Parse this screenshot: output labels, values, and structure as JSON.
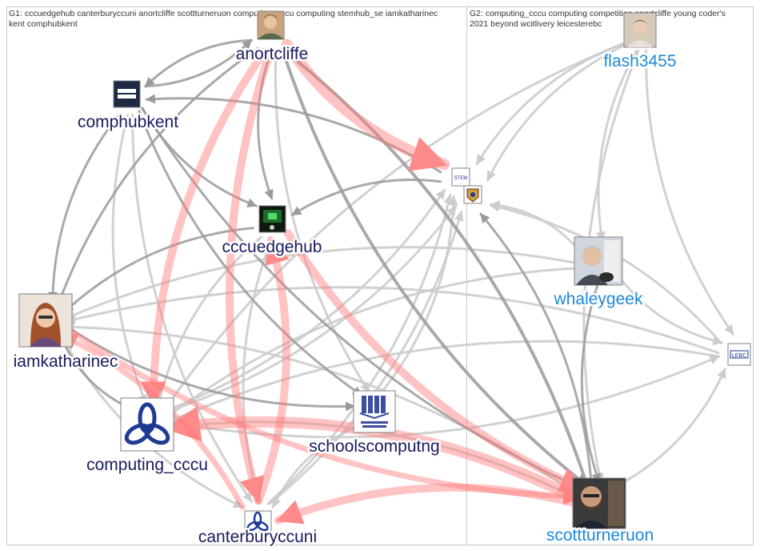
{
  "groups": [
    {
      "id": "G1",
      "title_line1": "G1: cccuedgehub canterburyccuni anortcliffe scottturneruon computing_cccu computing stemhub_se iamkatharinec",
      "title_line2": "kent comphubkent"
    },
    {
      "id": "G2",
      "title_line1": "G2: computing_cccu computing competition anortcliffe young coder's",
      "title_line2": "2021 beyond wcitlivery leicesterebc"
    }
  ],
  "colors": {
    "g1_label": "#1a1a5e",
    "g2_label": "#1e88d8",
    "edge_gray": "#9a9a9a",
    "edge_light": "#cccccc",
    "edge_red": "#ff6b6b"
  },
  "nodes": [
    {
      "id": "anortcliffe",
      "label": "anortcliffe",
      "group": "G1",
      "icon": "person-photo-icon"
    },
    {
      "id": "comphubkent",
      "label": "comphubkent",
      "group": "G1",
      "icon": "comphub-logo-icon"
    },
    {
      "id": "cccuedgehub",
      "label": "cccuedgehub",
      "group": "G1",
      "icon": "circuit-board-icon"
    },
    {
      "id": "iamkatharinec",
      "label": "iamkatharinec",
      "group": "G1",
      "icon": "person-photo-icon"
    },
    {
      "id": "computing_cccu",
      "label": "computing_cccu",
      "group": "G1",
      "icon": "cccu-knot-logo-icon"
    },
    {
      "id": "schoolscomputng",
      "label": "schoolscomputng",
      "group": "G1",
      "icon": "schools-computing-logo-icon"
    },
    {
      "id": "canterburyccuni",
      "label": "canterburyccuni",
      "group": "G1",
      "icon": "cccu-knot-logo-icon"
    },
    {
      "id": "stemhub_se",
      "label": "",
      "group": "G2",
      "icon": "stem-logo-icon"
    },
    {
      "id": "crest",
      "label": "",
      "group": "G2",
      "icon": "crest-logo-icon"
    },
    {
      "id": "flash3455",
      "label": "flash3455",
      "group": "G2",
      "icon": "person-photo-icon"
    },
    {
      "id": "whaleygeek",
      "label": "whaleygeek",
      "group": "G2",
      "icon": "person-photo-icon"
    },
    {
      "id": "leicesterebc",
      "label": "",
      "group": "G2",
      "icon": "lebc-logo-icon"
    },
    {
      "id": "scottturneruon",
      "label": "scottturneruon",
      "group": "G2",
      "icon": "person-photo-icon"
    }
  ],
  "edges": [
    {
      "from": "anortcliffe",
      "to": "comphubkent",
      "style": "gray",
      "weight": 3
    },
    {
      "from": "anortcliffe",
      "to": "cccuedgehub",
      "style": "gray",
      "weight": 3
    },
    {
      "from": "anortcliffe",
      "to": "iamkatharinec",
      "style": "gray",
      "weight": 3
    },
    {
      "from": "anortcliffe",
      "to": "computing_cccu",
      "style": "red",
      "weight": 10
    },
    {
      "from": "anortcliffe",
      "to": "canterburyccuni",
      "style": "red",
      "weight": 10
    },
    {
      "from": "anortcliffe",
      "to": "scottturneruon",
      "style": "gray",
      "weight": 4
    },
    {
      "from": "anortcliffe",
      "to": "stemhub_se",
      "style": "red",
      "weight": 14
    },
    {
      "from": "anortcliffe",
      "to": "schoolscomputng",
      "style": "light",
      "weight": 3
    },
    {
      "from": "comphubkent",
      "to": "anortcliffe",
      "style": "gray",
      "weight": 3
    },
    {
      "from": "comphubkent",
      "to": "iamkatharinec",
      "style": "gray",
      "weight": 3
    },
    {
      "from": "comphubkent",
      "to": "cccuedgehub",
      "style": "gray",
      "weight": 3
    },
    {
      "from": "comphubkent",
      "to": "schoolscomputng",
      "style": "gray",
      "weight": 3
    },
    {
      "from": "comphubkent",
      "to": "canterburyccuni",
      "style": "light",
      "weight": 3
    },
    {
      "from": "comphubkent",
      "to": "computing_cccu",
      "style": "light",
      "weight": 3
    },
    {
      "from": "comphubkent",
      "to": "scottturneruon",
      "style": "gray",
      "weight": 3
    },
    {
      "from": "cccuedgehub",
      "to": "scottturneruon",
      "style": "red",
      "weight": 10
    },
    {
      "from": "cccuedgehub",
      "to": "iamkatharinec",
      "style": "gray",
      "weight": 3
    },
    {
      "from": "cccuedgehub",
      "to": "computing_cccu",
      "style": "light",
      "weight": 3
    },
    {
      "from": "cccuedgehub",
      "to": "canterburyccuni",
      "style": "light",
      "weight": 3
    },
    {
      "from": "iamkatharinec",
      "to": "scottturneruon",
      "style": "red",
      "weight": 7
    },
    {
      "from": "iamkatharinec",
      "to": "computing_cccu",
      "style": "gray",
      "weight": 3
    },
    {
      "from": "iamkatharinec",
      "to": "schoolscomputng",
      "style": "gray",
      "weight": 3
    },
    {
      "from": "iamkatharinec",
      "to": "canterburyccuni",
      "style": "light",
      "weight": 3
    },
    {
      "from": "scottturneruon",
      "to": "computing_cccu",
      "style": "red",
      "weight": 14
    },
    {
      "from": "scottturneruon",
      "to": "canterburyccuni",
      "style": "red",
      "weight": 10
    },
    {
      "from": "scottturneruon",
      "to": "anortcliffe",
      "style": "gray",
      "weight": 4
    },
    {
      "from": "scottturneruon",
      "to": "crest",
      "style": "gray",
      "weight": 3
    },
    {
      "from": "scottturneruon",
      "to": "leicesterebc",
      "style": "light",
      "weight": 3
    },
    {
      "from": "scottturneruon",
      "to": "iamkatharinec",
      "style": "light",
      "weight": 3
    },
    {
      "from": "scottturneruon",
      "to": "computing_cccu",
      "style": "light",
      "weight": 3
    },
    {
      "from": "schoolscomputng",
      "to": "stemhub_se",
      "style": "light",
      "weight": 3
    },
    {
      "from": "schoolscomputng",
      "to": "canterburyccuni",
      "style": "light",
      "weight": 3
    },
    {
      "from": "canterburyccuni",
      "to": "cccuedgehub",
      "style": "red",
      "weight": 10
    },
    {
      "from": "canterburyccuni",
      "to": "iamkatharinec",
      "style": "red",
      "weight": 7
    },
    {
      "from": "canterburyccuni",
      "to": "stemhub_se",
      "style": "light",
      "weight": 3
    },
    {
      "from": "canterburyccuni",
      "to": "crest",
      "style": "light",
      "weight": 3
    },
    {
      "from": "computing_cccu",
      "to": "stemhub_se",
      "style": "light",
      "weight": 3
    },
    {
      "from": "computing_cccu",
      "to": "crest",
      "style": "light",
      "weight": 3
    },
    {
      "from": "computing_cccu",
      "to": "leicesterebc",
      "style": "light",
      "weight": 3
    },
    {
      "from": "stemhub_se",
      "to": "comphubkent",
      "style": "gray",
      "weight": 3
    },
    {
      "from": "stemhub_se",
      "to": "cccuedgehub",
      "style": "gray",
      "weight": 3
    },
    {
      "from": "flash3455",
      "to": "stemhub_se",
      "style": "light",
      "weight": 3
    },
    {
      "from": "flash3455",
      "to": "crest",
      "style": "light",
      "weight": 3
    },
    {
      "from": "flash3455",
      "to": "whaleygeek",
      "style": "light",
      "weight": 3
    },
    {
      "from": "flash3455",
      "to": "leicesterebc",
      "style": "light",
      "weight": 3
    },
    {
      "from": "flash3455",
      "to": "scottturneruon",
      "style": "light",
      "weight": 3
    },
    {
      "from": "flash3455",
      "to": "computing_cccu",
      "style": "light",
      "weight": 3
    },
    {
      "from": "whaleygeek",
      "to": "crest",
      "style": "light",
      "weight": 3
    },
    {
      "from": "whaleygeek",
      "to": "leicesterebc",
      "style": "light",
      "weight": 3
    },
    {
      "from": "whaleygeek",
      "to": "scottturneruon",
      "style": "gray",
      "weight": 3
    },
    {
      "from": "whaleygeek",
      "to": "iamkatharinec",
      "style": "light",
      "weight": 3
    },
    {
      "from": "whaleygeek",
      "to": "computing_cccu",
      "style": "light",
      "weight": 3
    },
    {
      "from": "leicesterebc",
      "to": "iamkatharinec",
      "style": "light",
      "weight": 3
    },
    {
      "from": "leicesterebc",
      "to": "computing_cccu",
      "style": "light",
      "weight": 3
    },
    {
      "from": "leicesterebc",
      "to": "crest",
      "style": "light",
      "weight": 3
    }
  ]
}
